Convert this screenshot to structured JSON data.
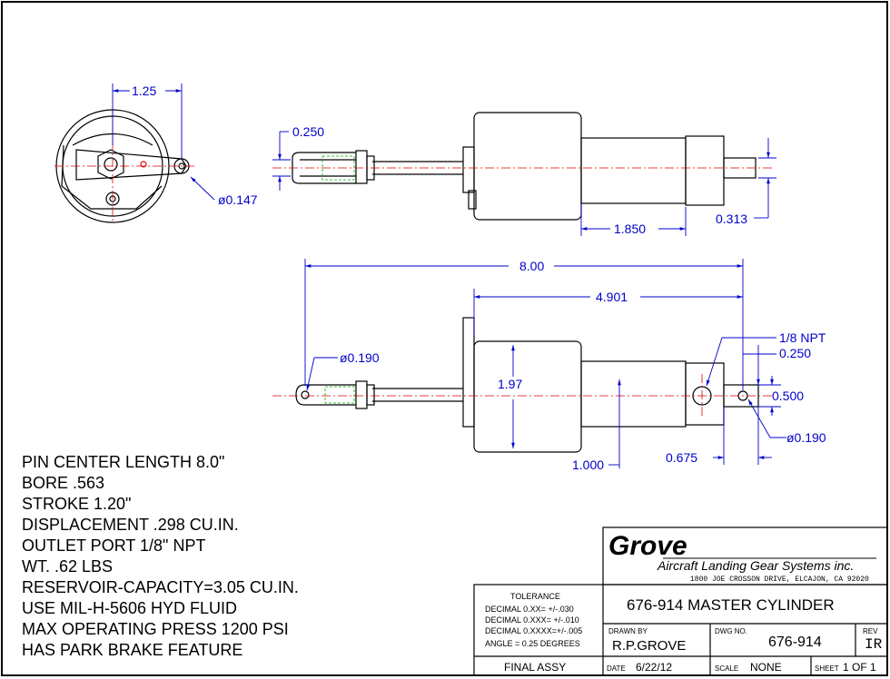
{
  "dimensions": {
    "end_view_offset": "1.25",
    "end_view_hole": "ø0.147",
    "top_clevis_slot": "0.250",
    "top_boss_length": "1.850",
    "top_shaft_dia": "0.313",
    "overall_length": "8.00",
    "body_to_pin": "4.901",
    "clevis_hole": "ø0.190",
    "body_dia": "1.97",
    "port": "1/8 NPT",
    "port_offset": "0.250",
    "rod_end_height": "0.500",
    "rod_end_hole": "ø0.190",
    "boss_height": "1.000",
    "boss_length": "0.675"
  },
  "notes": [
    "PIN CENTER LENGTH 8.0\"",
    "BORE .563",
    "STROKE 1.20\"",
    "DISPLACEMENT .298 CU.IN.",
    "OUTLET PORT 1/8\" NPT",
    "WT. .62 LBS",
    "RESERVOIR-CAPACITY=3.05 CU.IN.",
    "USE MIL-H-5606 HYD FLUID",
    "MAX OPERATING PRESS 1200 PSI",
    "HAS PARK BRAKE FEATURE"
  ],
  "title_block": {
    "company_logo": "Grove",
    "company_name": "Aircraft Landing Gear Systems inc.",
    "address": "1800 JOE CROSSON DRIVE, ELCAJON, CA 92020",
    "tolerance_title": "TOLERANCE",
    "tolerances": [
      "DECIMAL 0.XX=  +/-.030",
      "DECIMAL 0.XXX= +/-.010",
      "DECIMAL 0.XXXX=+/-.005",
      "ANGLE = 0.25 DEGREES"
    ],
    "drawing_title": "676-914 MASTER CYLINDER",
    "drawn_by_label": "DRAWN BY",
    "drawn_by": "R.P.GROVE",
    "dwg_no_label": "DWG NO.",
    "dwg_no": "676-914",
    "rev_label": "REV",
    "rev": "IR",
    "assembly": "FINAL ASSY",
    "date_label": "DATE",
    "date": "6/22/12",
    "scale_label": "SCALE",
    "scale": "NONE",
    "sheet_label": "SHEET",
    "sheet": "1 OF 1"
  },
  "colors": {
    "line": "#000000",
    "dimension": "#0000cc",
    "center_line": "#dd0000",
    "hidden_line": "#00aa00"
  }
}
